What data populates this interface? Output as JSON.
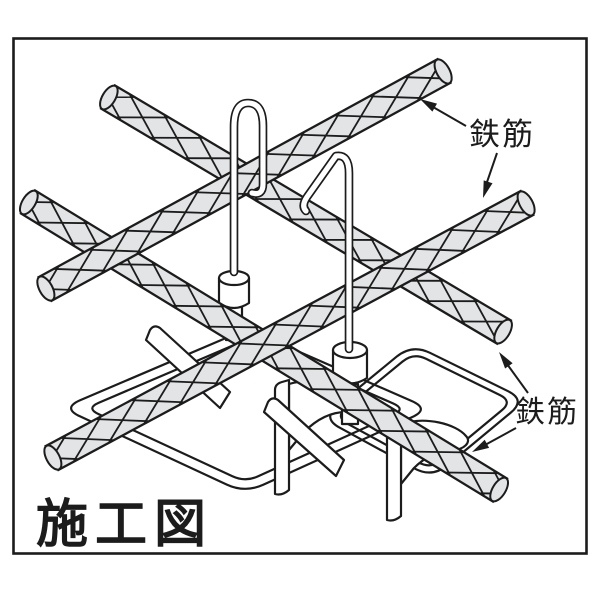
{
  "diagram": {
    "caption": "施工図",
    "callout_top": {
      "text": "鉄筋"
    },
    "callout_right": {
      "text": "鉄筋"
    },
    "colors": {
      "line": "#1c1c1c",
      "bar_fill": "#e2e4e6",
      "surface": "#ffffff"
    }
  }
}
